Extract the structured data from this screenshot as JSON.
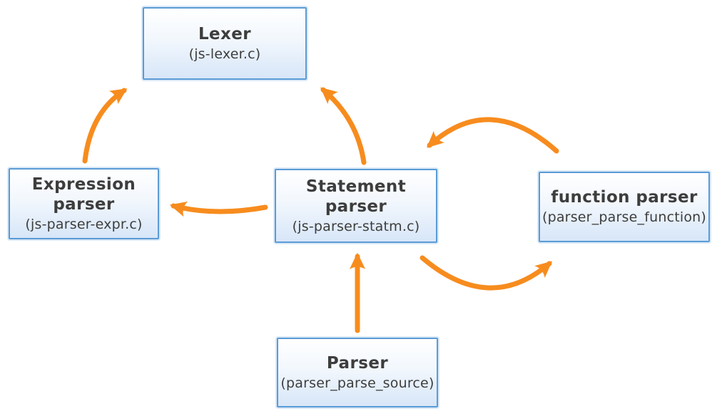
{
  "diagram": {
    "colors": {
      "background_color": "#ffffff",
      "arrow_color": "#F78C1E",
      "box_border_color": "#5B9BD5",
      "box_fill_top": "#FFFFFF",
      "box_fill_bottom": "#D7E6F8",
      "text_color": "#3D3D3D"
    },
    "nodes": [
      {
        "id": "lexer",
        "title": "Lexer",
        "subtitle": "(js-lexer.c)"
      },
      {
        "id": "expression-parser",
        "title": "Expression\nparser",
        "subtitle": "(js-parser-expr.c)"
      },
      {
        "id": "statement-parser",
        "title": "Statement\nparser",
        "subtitle": "(js-parser-statm.c)"
      },
      {
        "id": "function-parser",
        "title": "function parser",
        "subtitle": "(parser_parse_function)"
      },
      {
        "id": "parser",
        "title": "Parser",
        "subtitle": "(parser_parse_source)"
      }
    ],
    "edges": [
      {
        "from": "expression-parser",
        "to": "lexer"
      },
      {
        "from": "statement-parser",
        "to": "lexer"
      },
      {
        "from": "statement-parser",
        "to": "expression-parser"
      },
      {
        "from": "function-parser",
        "to": "statement-parser"
      },
      {
        "from": "statement-parser",
        "to": "function-parser"
      },
      {
        "from": "parser",
        "to": "statement-parser"
      }
    ]
  }
}
